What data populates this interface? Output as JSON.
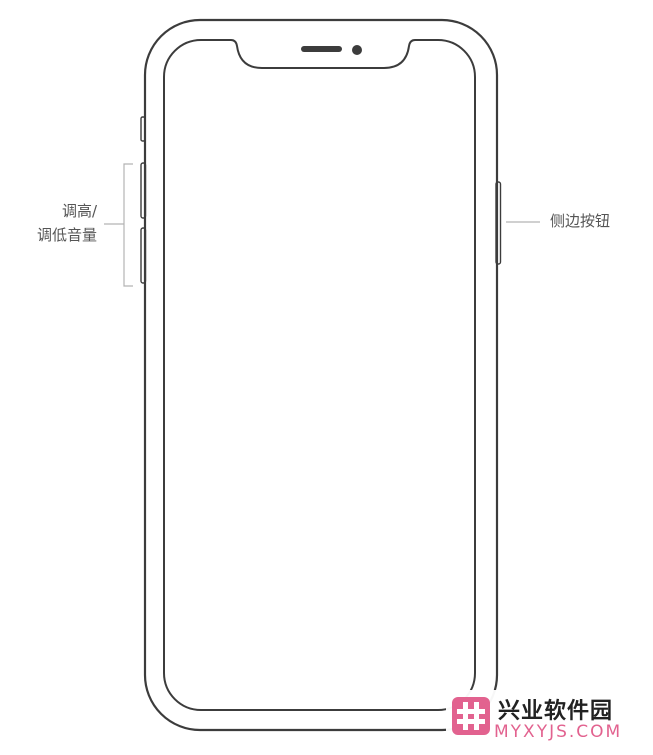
{
  "labels": {
    "volume_line1": "调高/",
    "volume_line2": "调低音量",
    "side_button": "侧边按钮"
  },
  "watermark": {
    "name": "兴业软件园",
    "url": "MYXYJS.COM",
    "accent_color": "#e2628f"
  },
  "colors": {
    "outline": "#3c3c3c",
    "callout": "#b3b3b3",
    "text": "#555555"
  }
}
